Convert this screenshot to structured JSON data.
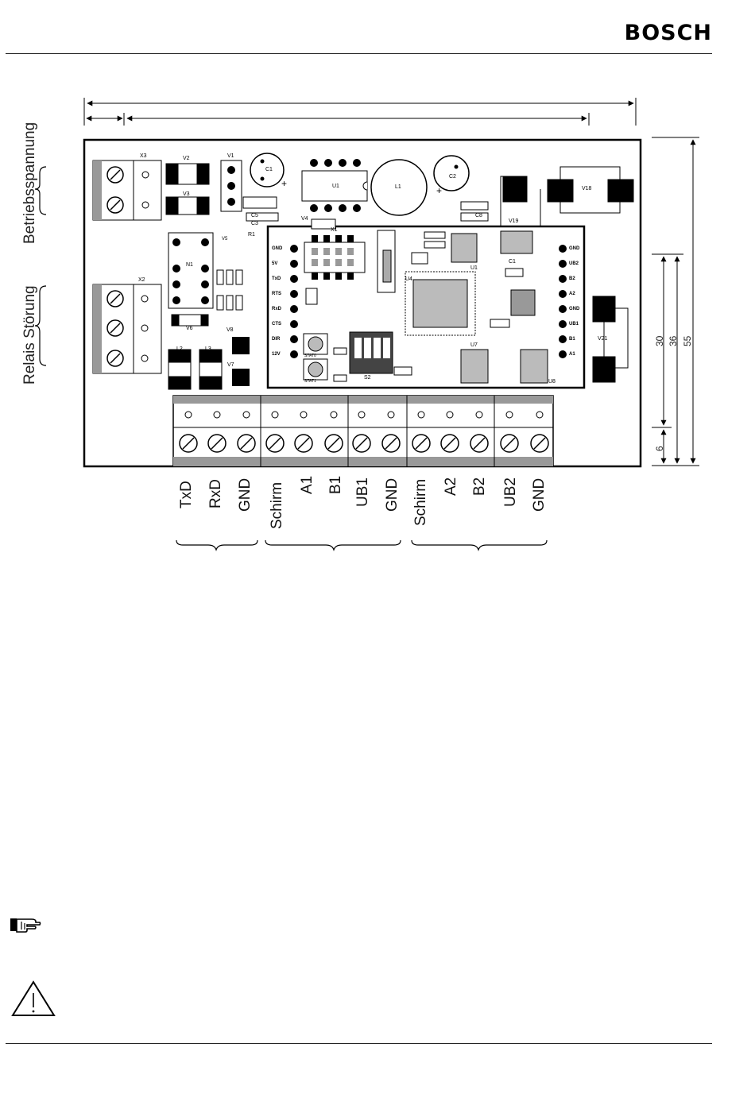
{
  "header": {
    "brand": "BOSCH"
  },
  "side_labels": {
    "supply": "Betriebsspannung",
    "fault_relay": "Relais Störung"
  },
  "terminal_labels": [
    "TxD",
    "RxD",
    "GND",
    "Schirm",
    "A1",
    "B1",
    "UB1",
    "GND",
    "Schirm",
    "A2",
    "B2",
    "UB2",
    "GND"
  ],
  "dimensions": [
    "30",
    "36",
    "55",
    "6"
  ],
  "board": {
    "connectors": {
      "x3": "X3",
      "x2": "X2",
      "x1": "X1"
    },
    "components": {
      "v2": "V2",
      "v3": "V3",
      "v1": "V1",
      "c1": "C1",
      "u1": "U1",
      "l1": "L1",
      "c2": "C2",
      "c5": "C5",
      "c3": "C3",
      "c8": "C8",
      "v4": "V4",
      "n1": "N1",
      "v5": "V5",
      "r1": "R1",
      "v6": "V6",
      "l2": "L2",
      "l3": "L3",
      "v8": "V8",
      "v7": "V7",
      "v18": "V18",
      "v19": "V19",
      "v21": "V21",
      "stat0": "STAT0",
      "stat1": "STAT1",
      "s2": "S2",
      "u4": "U4",
      "u7": "U7",
      "u8": "U8"
    },
    "left_pins": [
      "GND",
      "5V",
      "TxD",
      "RTS",
      "RxD",
      "CTS",
      "DIR",
      "12V"
    ],
    "right_pins": [
      "GND",
      "UB2",
      "B2",
      "A2",
      "GND",
      "UB1",
      "B1",
      "A1"
    ]
  },
  "icons": {
    "note": "pointing-hand-icon",
    "warning": "warning-triangle-icon"
  }
}
